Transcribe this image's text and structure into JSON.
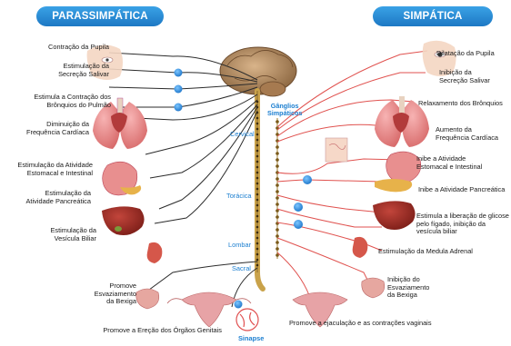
{
  "headers": {
    "parasympathetic": "PARASSIMPÁTICA",
    "sympathetic": "SIMPÁTICA"
  },
  "left_labels": [
    "Contração da Pupila",
    "Estimulação da\nSecreção Salivar",
    "Estimula a Contração dos\nBrônquios do Pulmão",
    "Diminuição da\nFrequência Cardíaca",
    "Estimulação da Atividade\nEstomacal e Intestinal",
    "Estimulação da\nAtividade Pancreática",
    "Estimulação da\nVesícula Biliar",
    "Promove\nEsvaziamento\nda Bexiga",
    "Promove a Ereção dos Órgãos Genitais"
  ],
  "right_labels": [
    "Dilatação da Pupila",
    "Inibição da\nSecreção Salivar",
    "Relaxamento dos Brônquios",
    "Aumento da\nFrequência Cardíaca",
    "Inibe a Atividade\nEstomacal e Intestinal",
    "Inibe a Atividade Pancreática",
    "Estimula a liberação de glicose\npelo fígado, inibição da\nvesícula biliar",
    "Estimulação da Medula Adrenal",
    "Inibição do\nEsvaziamento\nda Bexiga",
    "Promove a ejaculação e as contrações vaginais"
  ],
  "spine_segments": {
    "cervical": "Cervical",
    "thoracic": "Torácica",
    "lumbar": "Lombar",
    "sacral": "Sacral"
  },
  "ganglia_label": "Gânglios\nSimpáticos",
  "synapse_label": "Sinapse",
  "colors": {
    "header_blue": "#1d78c4",
    "segment_blue": "#1c7fd0",
    "parasympathetic_nerve": "#2b2b2b",
    "sympathetic_nerve": "#e0524f",
    "ganglion": "#2a8fe0",
    "spine": "#c9a24a"
  }
}
